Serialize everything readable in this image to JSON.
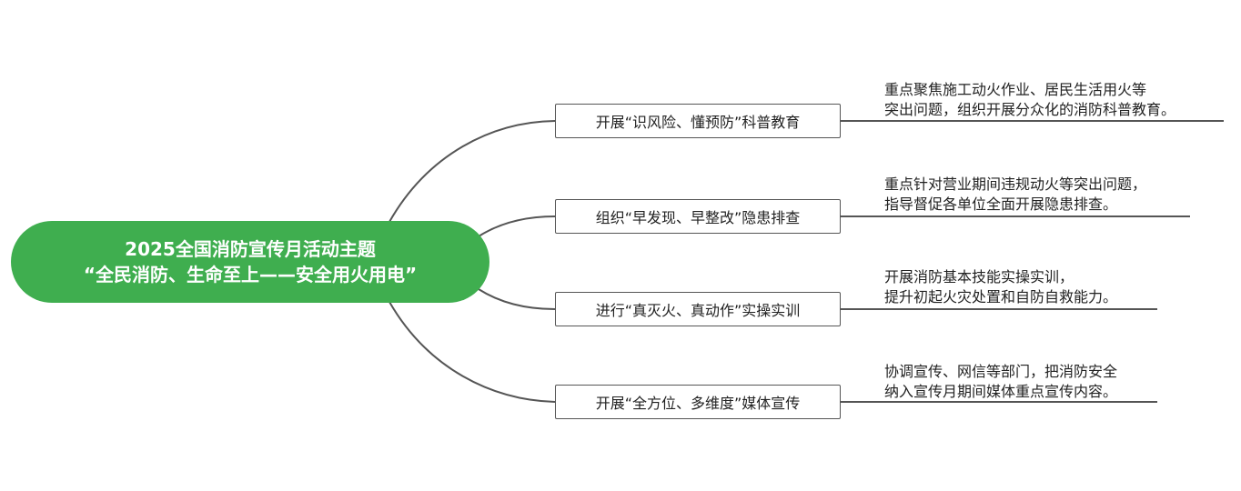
{
  "root": {
    "line1": "2025全国消防宣传月活动主题",
    "line2": "“全民消防、生命至上——安全用火用电”",
    "color": "#3fae4f"
  },
  "branches": [
    {
      "label": "开展“识风险、懂预防”科普教育",
      "detail": [
        "重点聚焦施工动火作业、居民生活用火等",
        "突出问题，组织开展分众化的消防科普教育。"
      ]
    },
    {
      "label": "组织“早发现、早整改”隐患排查",
      "detail": [
        "重点针对营业期间违规动火等突出问题，",
        "指导督促各单位全面开展隐患排查。"
      ]
    },
    {
      "label": "进行“真灭火、真动作”实操实训",
      "detail": [
        "开展消防基本技能实操实训，",
        "提升初起火灾处置和自防自救能力。"
      ]
    },
    {
      "label": "开展“全方位、多维度”媒体宣传",
      "detail": [
        "协调宣传、网信等部门，把消防安全",
        "纳入宣传月期间媒体重点宣传内容。"
      ]
    }
  ]
}
